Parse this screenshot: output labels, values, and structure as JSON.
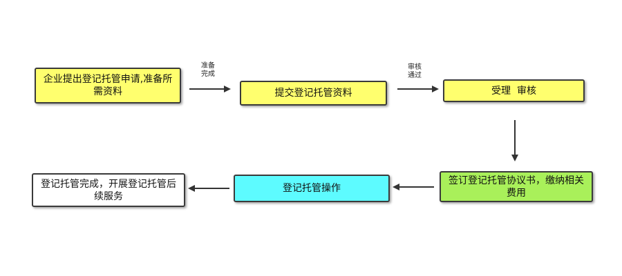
{
  "steps": {
    "step1": "企业提出登记托管申请,准备所需资料",
    "step2": "提交登记托管资料",
    "step3": "受理  审核",
    "step4": "签订登记托管协议书，缴纳相关费用",
    "step5": "登记托管操作",
    "step6": "登记托管完成，开展登记托管后续服务"
  },
  "arrow_labels": {
    "a1_line1": "准备",
    "a1_line2": "完成",
    "a2_line1": "审核",
    "a2_line2": "通过"
  },
  "colors": {
    "yellow": "#ffff6e",
    "green": "#a9f05a",
    "cyan": "#5dfbff",
    "white": "#ffffff",
    "arrow": "#333333"
  }
}
